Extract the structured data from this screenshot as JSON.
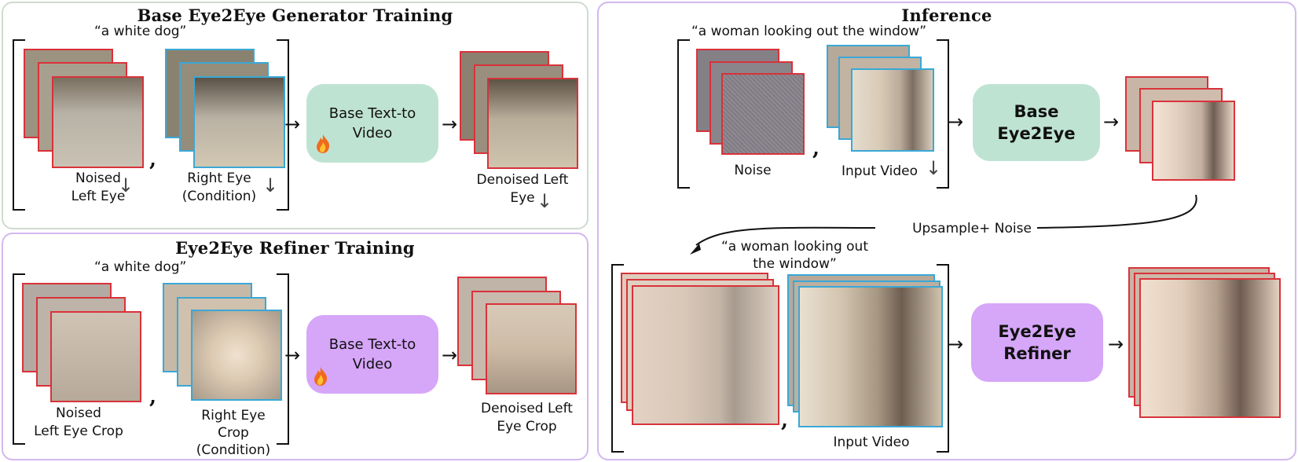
{
  "panels": {
    "base_training": {
      "title": "Base Eye2Eye Generator Training"
    },
    "refiner_training": {
      "title": "Eye2Eye Refiner Training"
    },
    "inference": {
      "title": "Inference"
    }
  },
  "base_training": {
    "prompt": "“a white dog”",
    "noised_label_1": "Noised",
    "noised_label_2": "Left Eye",
    "right_label_1": "Right Eye",
    "right_label_2": "(Condition)",
    "model_line1": "Base Text-to",
    "model_line2": "Video",
    "out_label_1": "Denoised Left",
    "out_label_2": "Eye"
  },
  "refiner_training": {
    "prompt": "“a white dog”",
    "noised_label_1": "Noised",
    "noised_label_2": "Left Eye Crop",
    "right_label_1": "Right Eye",
    "right_label_2": "Crop",
    "right_label_3": "(Condition)",
    "model_line1": "Base Text-to",
    "model_line2": "Video",
    "out_label_1": "Denoised Left",
    "out_label_2": "Eye Crop"
  },
  "inference": {
    "prompt_top": "“a woman looking out the window”",
    "noise_label": "Noise",
    "input_label": "Input Video",
    "base_model_line1": "Base",
    "base_model_line2": "Eye2Eye",
    "upsample_label": "Upsample+ Noise",
    "prompt_bottom_1": "“a woman looking out",
    "prompt_bottom_2": "the window”",
    "input_label_bottom": "Input Video",
    "refiner_line1": "Eye2Eye",
    "refiner_line2": "Refiner"
  },
  "symbols": {
    "right_arrow": "→",
    "down_arrow": "↓",
    "comma": ","
  },
  "colors": {
    "green_panel_border": "#cfdccf",
    "purple_panel_border": "#d3b8ef",
    "green_box": "#bfe3d3",
    "purple_box": "#d6a6f9",
    "left_eye_border": "#d9323a",
    "right_eye_border": "#3aa8d6"
  }
}
